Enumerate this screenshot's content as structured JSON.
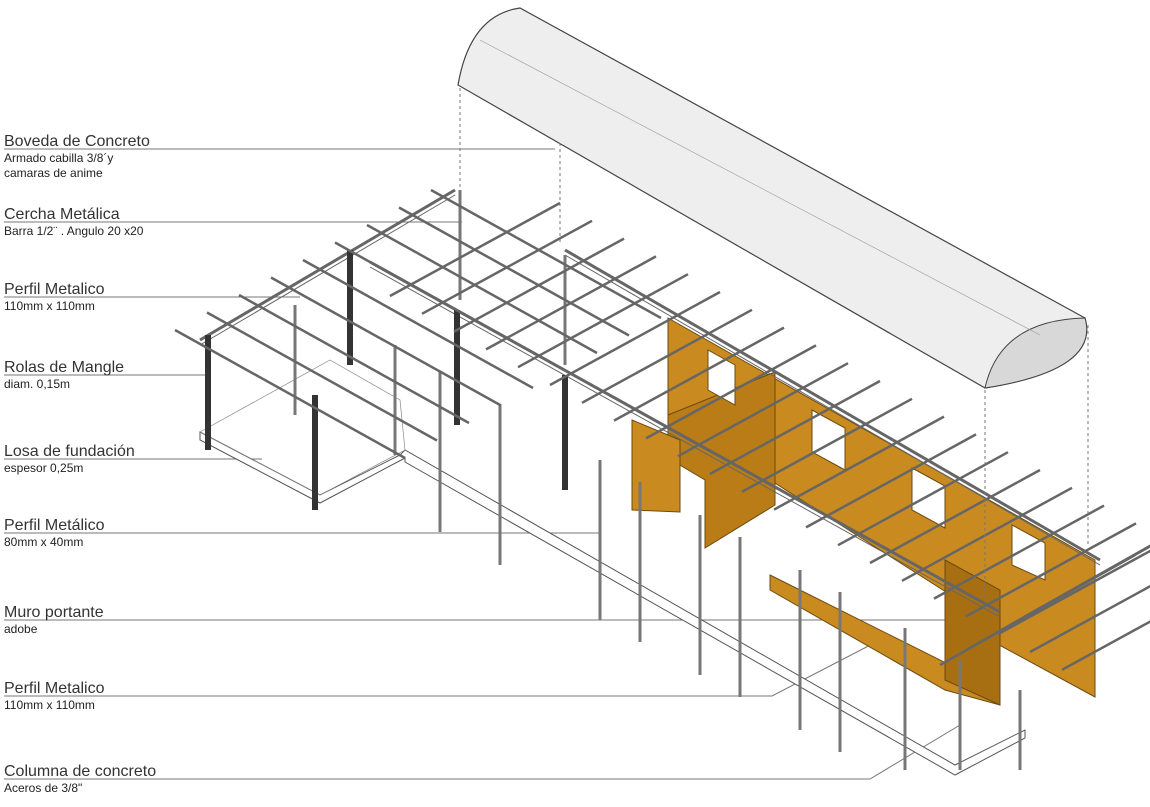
{
  "labels": [
    {
      "title": "Boveda de Concreto",
      "sub": "Armado cabilla 3/8´y\ncamaras de anime"
    },
    {
      "title": "Cercha Metálica",
      "sub": "Barra 1/2¨ . Angulo 20 x20"
    },
    {
      "title": "Perfil Metalico",
      "sub": "110mm x 110mm"
    },
    {
      "title": "Rolas de Mangle",
      "sub": "diam. 0,15m"
    },
    {
      "title": "Losa de fundación",
      "sub": "espesor 0,25m"
    },
    {
      "title": "Perfil Metálico",
      "sub": "80mm x 40mm"
    },
    {
      "title": "Muro portante",
      "sub": "adobe"
    },
    {
      "title": "Perfil Metalico",
      "sub": "110mm x 110mm"
    },
    {
      "title": "Columna de concreto",
      "sub": "Aceros de 3/8\""
    }
  ],
  "colors": {
    "adobe": "#c98a1f",
    "adobe_dark": "#a86f12",
    "line": "#555555",
    "mangrove": "#333333"
  }
}
